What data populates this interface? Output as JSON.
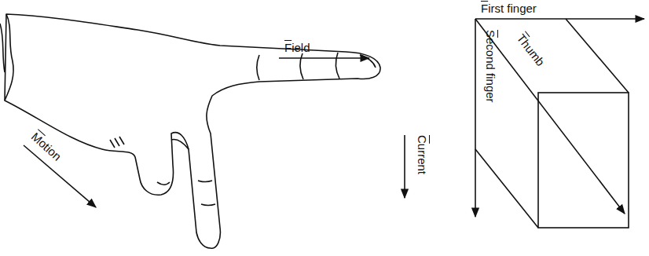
{
  "diagram": {
    "labels": [
      "Field",
      "Motion",
      "Current",
      "First finger",
      "Thumb",
      "Second finger"
    ]
  }
}
